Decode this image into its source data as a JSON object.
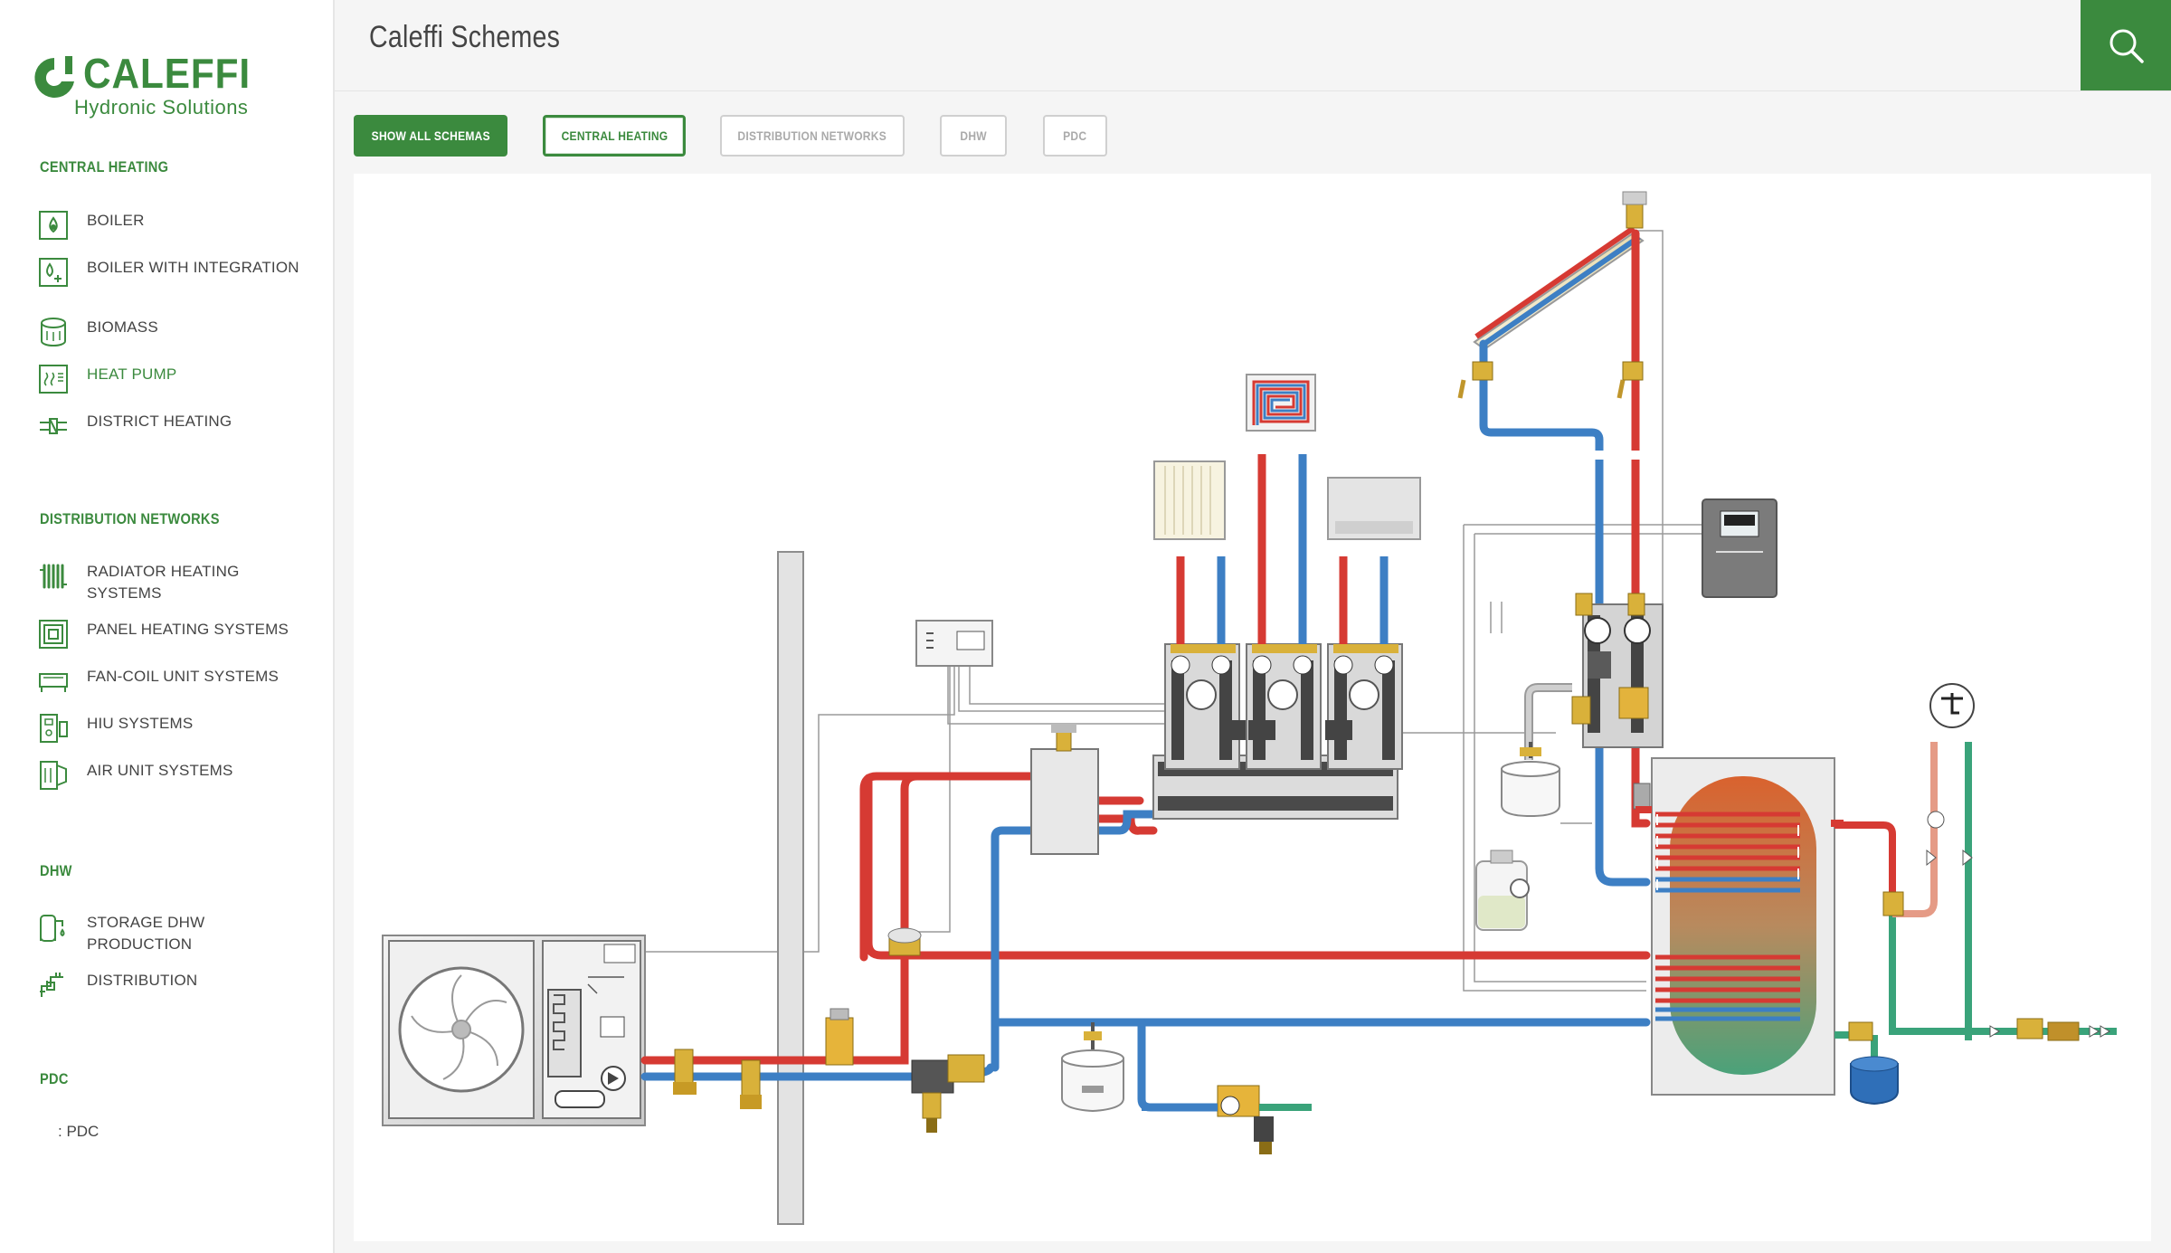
{
  "brand": {
    "name": "CALEFFI",
    "tagline": "Hydronic Solutions",
    "color": "#3b8a3e"
  },
  "header": {
    "title": "Caleffi Schemes",
    "search_icon": "search-icon"
  },
  "filters": {
    "show_all": "SHOW ALL SCHEMAS",
    "central_heating": "CENTRAL HEATING",
    "distribution_networks": "DISTRIBUTION NETWORKS",
    "dhw": "DHW",
    "pdc": "PDC"
  },
  "sidebar": {
    "central_heating": {
      "title": "CENTRAL HEATING",
      "items": [
        {
          "label": "BOILER",
          "icon": "boiler-icon"
        },
        {
          "label": "BOILER WITH INTEGRATION",
          "icon": "boiler-integration-icon"
        },
        {
          "label": "BIOMASS",
          "icon": "biomass-icon"
        },
        {
          "label": "HEAT PUMP",
          "icon": "heat-pump-icon"
        },
        {
          "label": "DISTRICT HEATING",
          "icon": "district-heating-icon"
        }
      ]
    },
    "distribution_networks": {
      "title": "DISTRIBUTION NETWORKS",
      "items": [
        {
          "label": "RADIATOR HEATING SYSTEMS",
          "icon": "radiator-icon"
        },
        {
          "label": "PANEL HEATING SYSTEMS",
          "icon": "panel-heating-icon"
        },
        {
          "label": "FAN-COIL UNIT SYSTEMS",
          "icon": "fan-coil-icon"
        },
        {
          "label": "HIU SYSTEMS",
          "icon": "hiu-icon"
        },
        {
          "label": "AIR UNIT SYSTEMS",
          "icon": "air-unit-icon"
        }
      ]
    },
    "dhw": {
      "title": "DHW",
      "items": [
        {
          "label": "STORAGE DHW PRODUCTION",
          "icon": "storage-dhw-icon"
        },
        {
          "label": "DISTRIBUTION",
          "icon": "distribution-icon"
        }
      ]
    },
    "pdc": {
      "title": "PDC",
      "items": [
        {
          "label": ": PDC"
        }
      ]
    }
  },
  "diagram": {
    "pipe_hot": "#d63a33",
    "pipe_cold": "#3d7fc4",
    "pipe_dhw": "#3aa37a"
  }
}
